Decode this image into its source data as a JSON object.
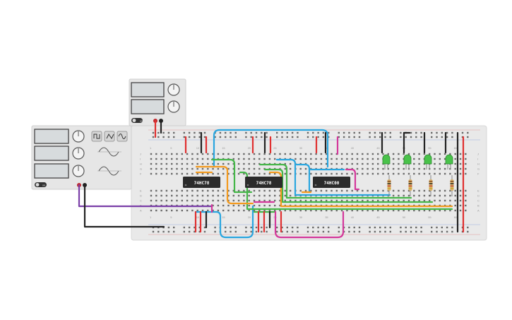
{
  "colors": {
    "canvas": "#ffffff",
    "breadboard": "#e9e9e9",
    "instrument_body": "#e6e6e6",
    "display": "#d7dbdd",
    "wire_blue": "#2aa6df",
    "wire_green": "#45b649",
    "wire_orange": "#f39a1e",
    "wire_magenta": "#d4389b",
    "wire_purple": "#7b3fa8",
    "wire_black": "#222222",
    "wire_red": "#e03030",
    "chip": "#2b2b2b",
    "led": "#49c24a",
    "resistor": "#d9b36c"
  },
  "instruments": {
    "power_supply": {
      "on_label": "on"
    },
    "function_generator": {
      "on_label": "on"
    }
  },
  "chips": [
    {
      "name": "74HC78"
    },
    {
      "name": "74HC78"
    },
    {
      "name": "74HC00"
    }
  ],
  "breadboard": {
    "row_labels": [
      "J",
      "I",
      "H",
      "G",
      "F",
      "E",
      "D",
      "C",
      "B",
      "A"
    ],
    "column_labels": [
      "1",
      "5",
      "10",
      "15",
      "20",
      "25",
      "30",
      "35",
      "40",
      "45",
      "50",
      "55",
      "60"
    ]
  },
  "led_count": 4
}
